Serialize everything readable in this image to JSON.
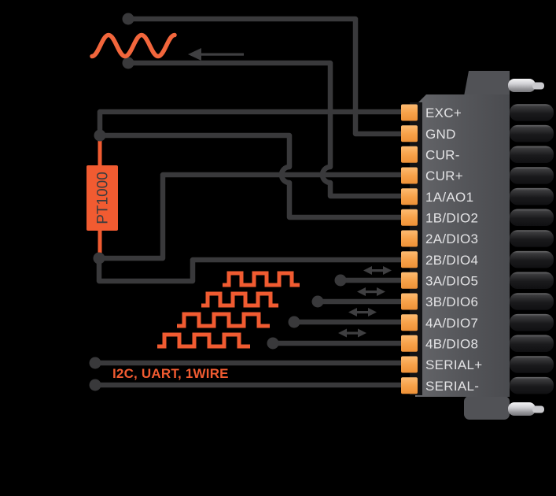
{
  "sensor": {
    "label": "PT1000"
  },
  "bus_label": "I2C, UART, 1WIRE",
  "connector": {
    "pins": [
      {
        "label": "EXC+",
        "connected": true
      },
      {
        "label": "GND",
        "connected": true
      },
      {
        "label": "CUR-",
        "connected": false
      },
      {
        "label": "CUR+",
        "connected": true
      },
      {
        "label": "1A/AO1",
        "connected": true
      },
      {
        "label": "1B/DIO2",
        "connected": true
      },
      {
        "label": "2A/DIO3",
        "connected": false
      },
      {
        "label": "2B/DIO4",
        "connected": true
      },
      {
        "label": "3A/DIO5",
        "connected": true
      },
      {
        "label": "3B/DIO6",
        "connected": true
      },
      {
        "label": "4A/DIO7",
        "connected": true
      },
      {
        "label": "4B/DIO8",
        "connected": true
      },
      {
        "label": "SERIAL+",
        "connected": true
      },
      {
        "label": "SERIAL-",
        "connected": true
      }
    ]
  },
  "glyphs": {
    "sine_wave": true,
    "direction_arrow": "left",
    "square_wave_rows": [
      "3A/DIO5",
      "3B/DIO6",
      "4A/DIO7",
      "4B/DIO8"
    ],
    "bidirectional_arrow_rows": [
      "3A/DIO5",
      "3B/DIO6",
      "4A/DIO7",
      "4B/DIO8"
    ]
  },
  "colors": {
    "background": "#000000",
    "wire": "#39393b",
    "accent_orange": "#f15b31",
    "sine_orange": "#f2663c",
    "pin_orange": "#f7a24a",
    "body_gray": "#55565a",
    "label_text": "#e3e3e5"
  }
}
